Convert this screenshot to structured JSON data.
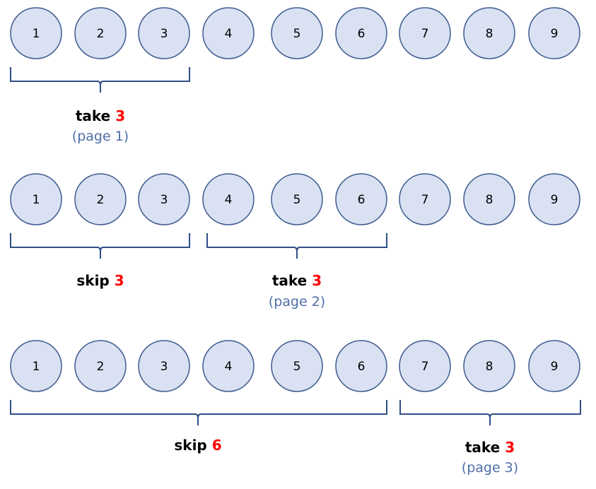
{
  "colors": {
    "circle_fill": "#d9e1f2",
    "circle_stroke": "#3f5b8f",
    "brace": "#2f4e86",
    "count": "#ff0000",
    "page_note": "#4f6fa8"
  },
  "rows": [
    {
      "items": [
        "1",
        "2",
        "3",
        "4",
        "5",
        "6",
        "7",
        "8",
        "9"
      ],
      "groups": [
        {
          "word": "take",
          "count": "3",
          "note": "(page 1)"
        }
      ]
    },
    {
      "items": [
        "1",
        "2",
        "3",
        "4",
        "5",
        "6",
        "7",
        "8",
        "9"
      ],
      "groups": [
        {
          "word": "skip",
          "count": "3",
          "note": ""
        },
        {
          "word": "take",
          "count": "3",
          "note": "(page 2)"
        }
      ]
    },
    {
      "items": [
        "1",
        "2",
        "3",
        "4",
        "5",
        "6",
        "7",
        "8",
        "9"
      ],
      "groups": [
        {
          "word": "skip",
          "count": "6",
          "note": ""
        },
        {
          "word": "take",
          "count": "3",
          "note": "(page 3)"
        }
      ]
    }
  ]
}
